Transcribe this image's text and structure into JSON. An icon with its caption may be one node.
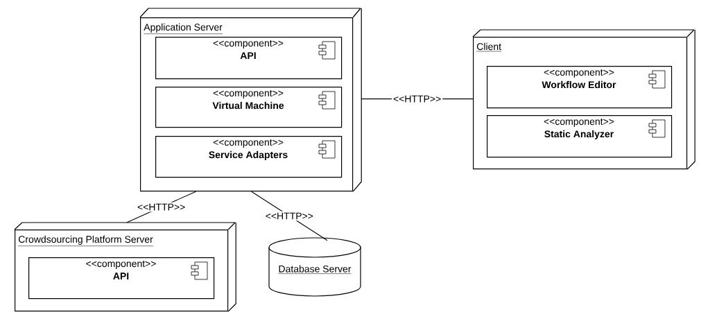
{
  "diagram": {
    "nodes": [
      {
        "text": [
          "Application Server"
        ]
      },
      {
        "text": [
          "<<component>>",
          "API"
        ],
        "in": 0
      },
      {
        "text": [
          "<<component>>",
          "Virtual Machine"
        ],
        "in": 0
      },
      {
        "text": [
          "<<component>>",
          "Service Adapters"
        ],
        "in": 0
      },
      {
        "text": [
          "Client"
        ]
      },
      {
        "text": [
          "<<component>>",
          "Workflow Editor"
        ],
        "in": 4
      },
      {
        "text": [
          "<<component>>",
          "Static Analyzer"
        ],
        "in": 4
      },
      {
        "text": [
          "Crowdsourcing Platform Server"
        ]
      },
      {
        "text": [
          "<<component>>",
          "API"
        ],
        "in": 7
      },
      {
        "text": [
          "Database Server"
        ]
      }
    ],
    "edges": [
      {
        "from": 0,
        "to": 4,
        "arrow": "none",
        "label": "<<HTTP>>"
      },
      {
        "from": 0,
        "to": 7,
        "arrow": "none",
        "label": "<<HTTP>>"
      },
      {
        "from": 0,
        "to": 9,
        "arrow": "none",
        "label": "<<HTTP>>"
      }
    ]
  }
}
